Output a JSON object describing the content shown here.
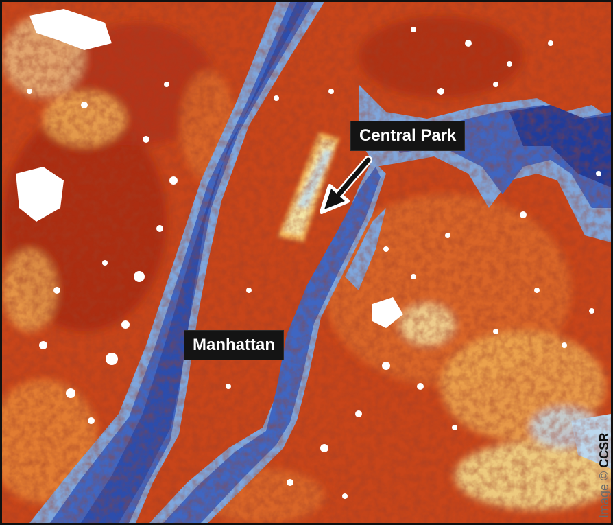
{
  "labels": {
    "central_park": "Central Park",
    "manhattan": "Manhattan"
  },
  "credit": {
    "prefix": "Image ©",
    "brand": "CCSR"
  },
  "icons": {
    "pointer": "arrow-icon"
  },
  "colors": {
    "hot_dark": "#a5260e",
    "hot": "#c8451a",
    "warm": "#e0742e",
    "mild": "#f1b55a",
    "cool_light": "#f4e6a6",
    "cool": "#bcd8ee",
    "water_light": "#7fa6dc",
    "water": "#3f66c2",
    "water_deep": "#1f3c9c",
    "hotspot": "#ffffff",
    "label_bg": "#141414"
  }
}
